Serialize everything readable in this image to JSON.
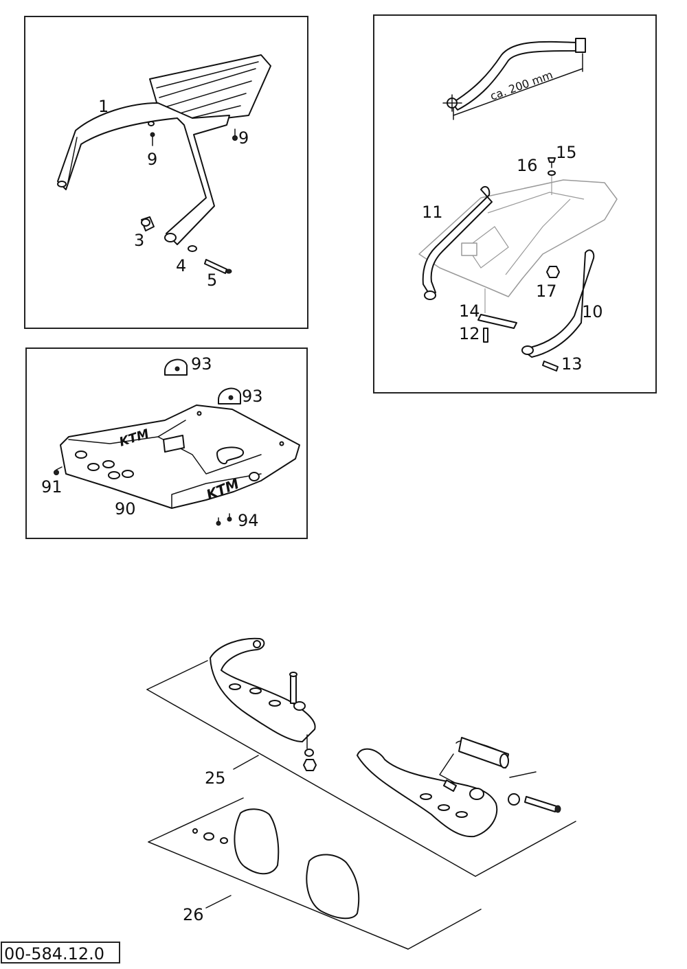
{
  "labels": {
    "l1": "1",
    "l9a": "9",
    "l9b": "9",
    "l3": "3",
    "l4": "4",
    "l5": "5",
    "l15": "15",
    "l16": "16",
    "l11": "11",
    "l17": "17",
    "l10": "10",
    "l14": "14",
    "l12": "12",
    "l13": "13",
    "l93a": "93",
    "l93b": "93",
    "l91": "91",
    "l90": "90",
    "l94": "94",
    "l25": "25",
    "l26": "26"
  },
  "dimension": "ca. 200 mm",
  "reference_code": "00-584.12.0",
  "logo_text": "KTM"
}
